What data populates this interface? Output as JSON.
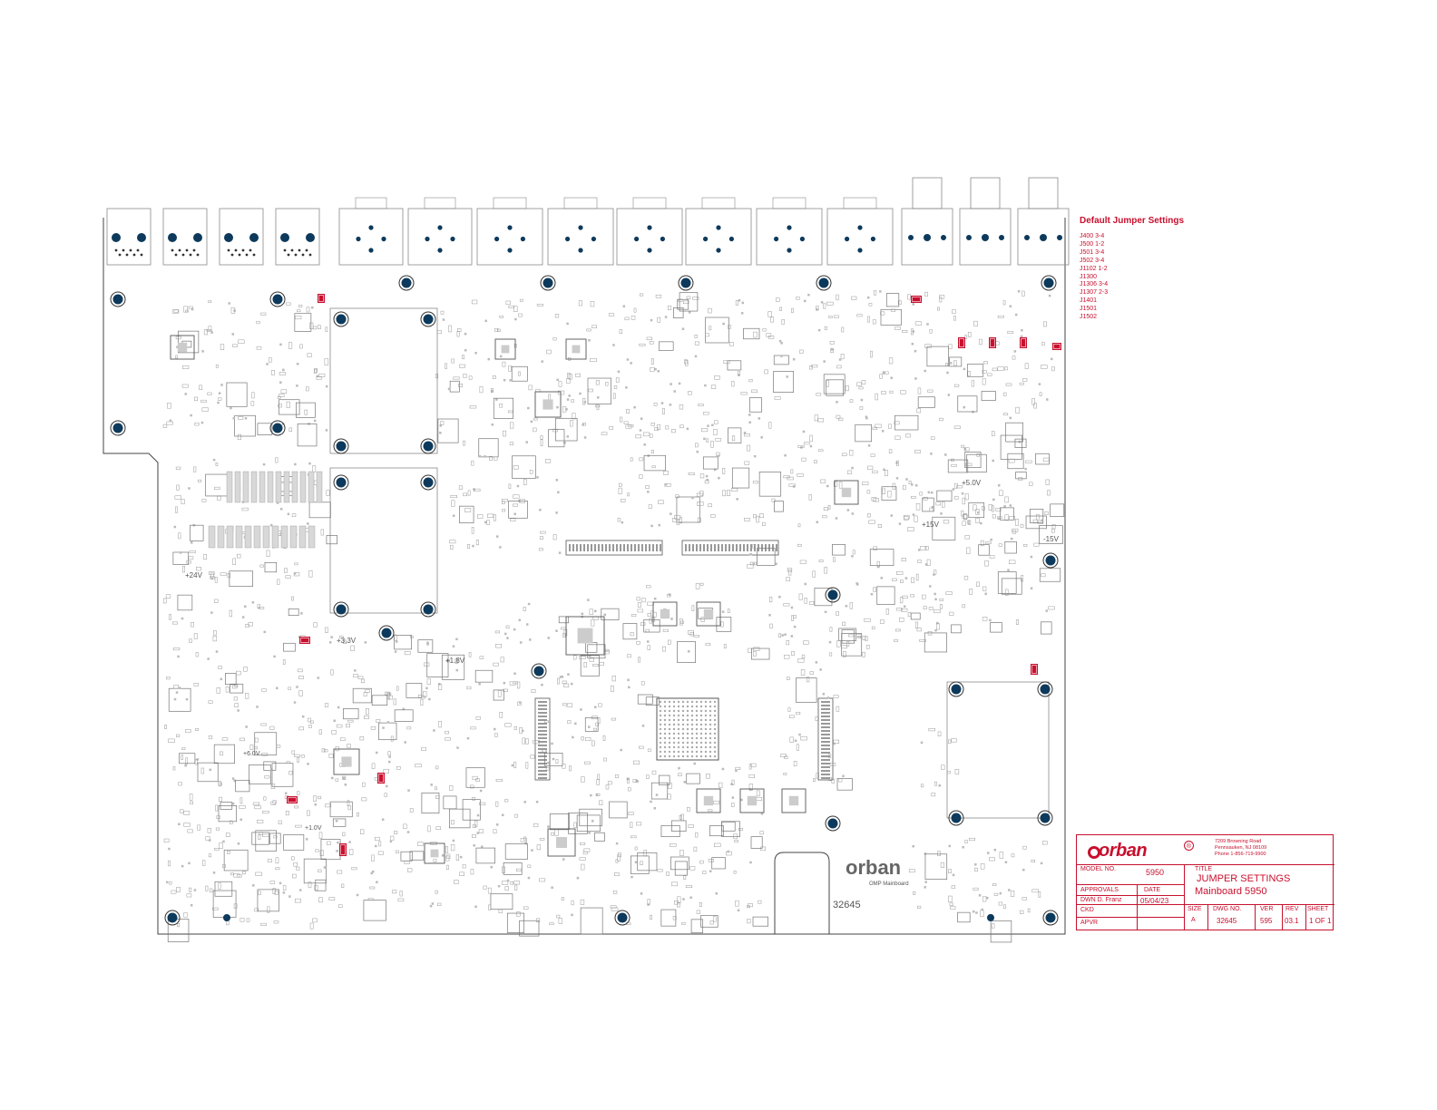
{
  "jumper_panel": {
    "title": "Default Jumper Settings",
    "items": [
      "J400 3-4",
      "J500 1-2",
      "J501 3-4",
      "J502 3-4",
      "J1102 1-2",
      "J1300",
      "J1306 3-4",
      "J1307 2-3",
      "J1401",
      "J1501",
      "J1502"
    ]
  },
  "title_block": {
    "company": "orban",
    "address": [
      "7209 Browning Road",
      "Pennsauken, NJ 08109",
      "Phone 1-856-719-9900"
    ],
    "model_no_label": "MODEL NO.",
    "model_no": "5950",
    "title_label": "TITLE",
    "title_line1": "JUMPER SETTINGS",
    "title_line2": "Mainboard 5950",
    "approvals_label": "APPROVALS",
    "date_label": "DATE",
    "dwn_label": "DWN",
    "dwn_name": "D. Franz",
    "date": "05/04/23",
    "ckd_label": "CKD",
    "apvr_label": "APVR",
    "size_label": "SIZE",
    "size": "A",
    "dwg_no_label": "DWG NO.",
    "dwg_no": "32645",
    "ver_label": "VER",
    "ver": "595",
    "rev_label": "REV",
    "rev": "03.1",
    "sheet_label": "SHEET",
    "sheet": "1 OF 1"
  },
  "board": {
    "brand": "orban",
    "board_label": "OMP Mainboard",
    "part_number": "32645",
    "voltages": [
      "+3.3V",
      "+1.8V",
      "+5.0V",
      "+15V",
      "-15V",
      "+24V",
      "+1.0V",
      "+6.0V"
    ]
  },
  "colors": {
    "accent": "#c8102e",
    "mount_hole": "#0d3a5c",
    "trace": "#8a8a8a"
  }
}
